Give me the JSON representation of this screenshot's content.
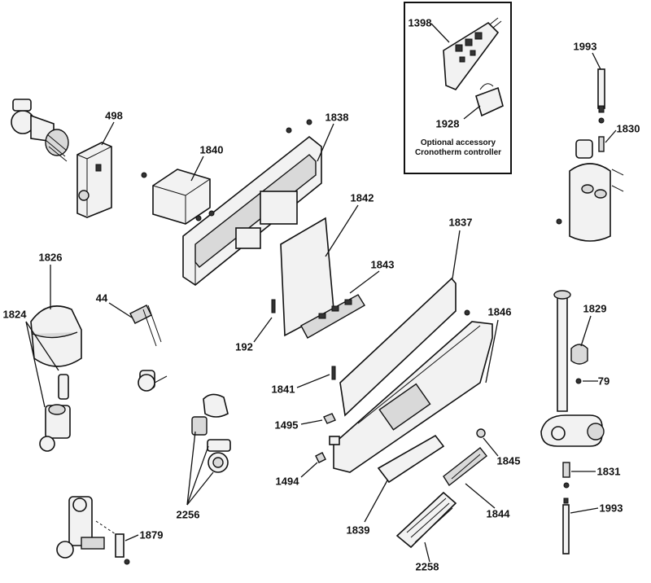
{
  "diagram": {
    "callouts": [
      "498",
      "1840",
      "1838",
      "1398",
      "1928",
      "1993",
      "1830",
      "1842",
      "1837",
      "1826",
      "1824",
      "44",
      "1843",
      "192",
      "1846",
      "1829",
      "79",
      "1841",
      "1495",
      "1494",
      "1845",
      "1831",
      "1993",
      "1839",
      "1844",
      "2256",
      "1879",
      "2258"
    ],
    "accessory_box": {
      "line1": "Optional accessory",
      "line2": "Cronotherm controller"
    }
  }
}
